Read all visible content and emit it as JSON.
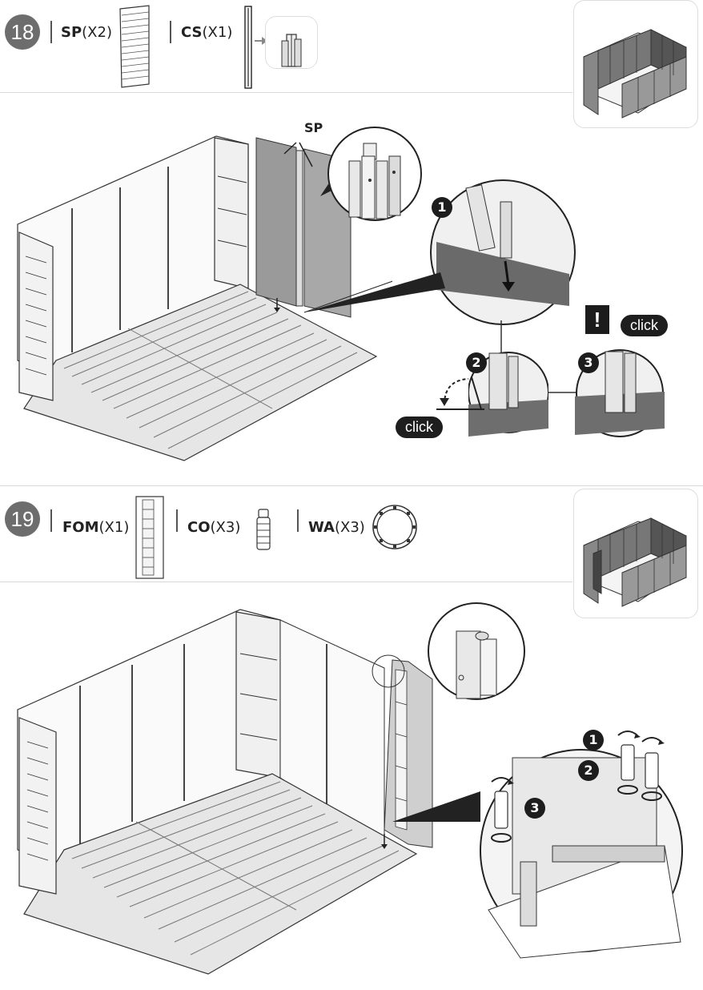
{
  "steps": [
    {
      "number": "18",
      "parts": [
        {
          "code": "SP",
          "qty": "(X2)"
        },
        {
          "code": "CS",
          "qty": "(X1)"
        }
      ],
      "detail_label": "SP",
      "callouts": [
        "1",
        "2",
        "3"
      ],
      "click_text": "click",
      "warning_symbol": "!"
    },
    {
      "number": "19",
      "parts": [
        {
          "code": "FOM",
          "qty": "(X1)"
        },
        {
          "code": "CO",
          "qty": "(X3)"
        },
        {
          "code": "WA",
          "qty": "(X3)"
        }
      ],
      "callouts": [
        "1",
        "2",
        "3"
      ]
    }
  ],
  "colors": {
    "step_circle": "#6d6d6d",
    "callout": "#1d1d1d",
    "divider": "#d8d8d8"
  }
}
